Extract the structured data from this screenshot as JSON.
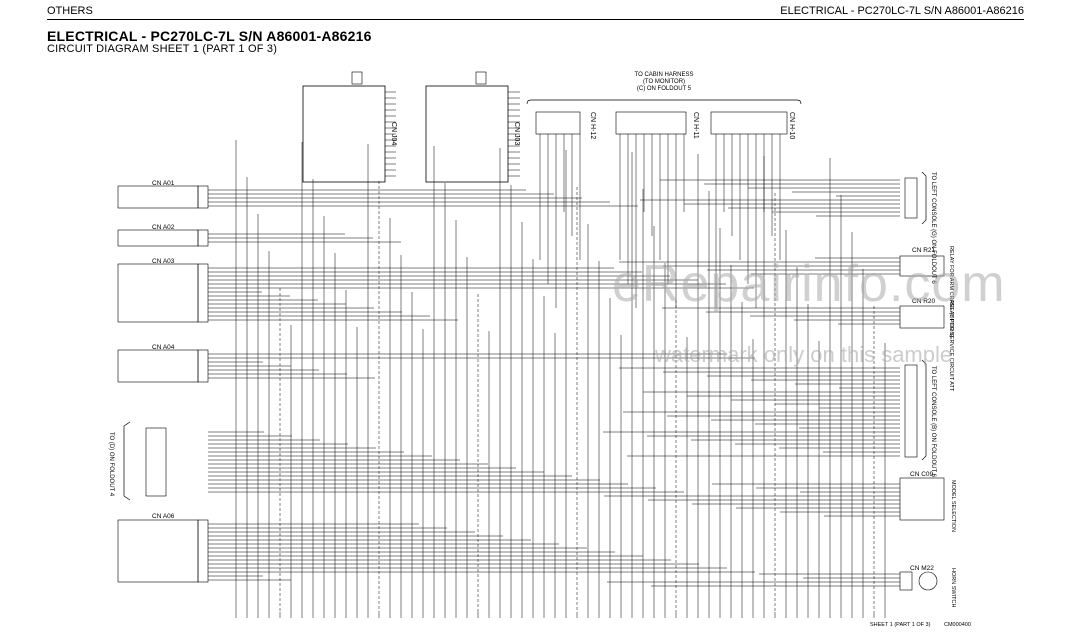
{
  "header": {
    "left": "OTHERS",
    "right": "ELECTRICAL - PC270LC-7L S/N A86001-A86216"
  },
  "title": "ELECTRICAL - PC270LC-7L S/N A86001-A86216",
  "subtitle": "CIRCUIT DIAGRAM SHEET 1 (PART 1 OF 3)",
  "watermark": {
    "main": "eRepairinfo.com",
    "sub": "watermark only on this sample"
  },
  "connectors": {
    "j04": "CN J04",
    "j03": "CN J03",
    "a01": "CN A01",
    "a02": "CN A02",
    "a03": "CN A03",
    "a04": "CN A04",
    "a06": "CN A06",
    "h12": "CN H-12",
    "h11": "CN H-11",
    "h10": "CN H-10",
    "r21": "CN R21",
    "r20": "CN R20",
    "c09": "CN C09",
    "m22": "CN M22"
  },
  "notes": {
    "cabin_harness": [
      "TO CABIN HARNESS",
      "(TO MONITOR)",
      "(C) ON FOLDOUT 5"
    ],
    "left_console_top": "TO LEFT CONSOLE (G) ON FOLDOUT 6",
    "left_console_mid": "TO LEFT CONSOLE (B) ON FOLDOUT 6",
    "foldout4": "TO (D) ON FOLDOUT 4",
    "relay_r21": "RELAY FOR ARM CRANE (OPTION)",
    "relay_r20": "RELAY FOR SERVICE CIRCUIT ATT",
    "model_selection": "MODEL SELECTION",
    "horn_switch": "HORN SWITCH"
  },
  "footer": {
    "sheet": "SHEET 1 (PART 1 OF 3)",
    "code": "CM000400"
  },
  "colors": {
    "line": "#000000",
    "watermark": "#aaaaaa"
  }
}
